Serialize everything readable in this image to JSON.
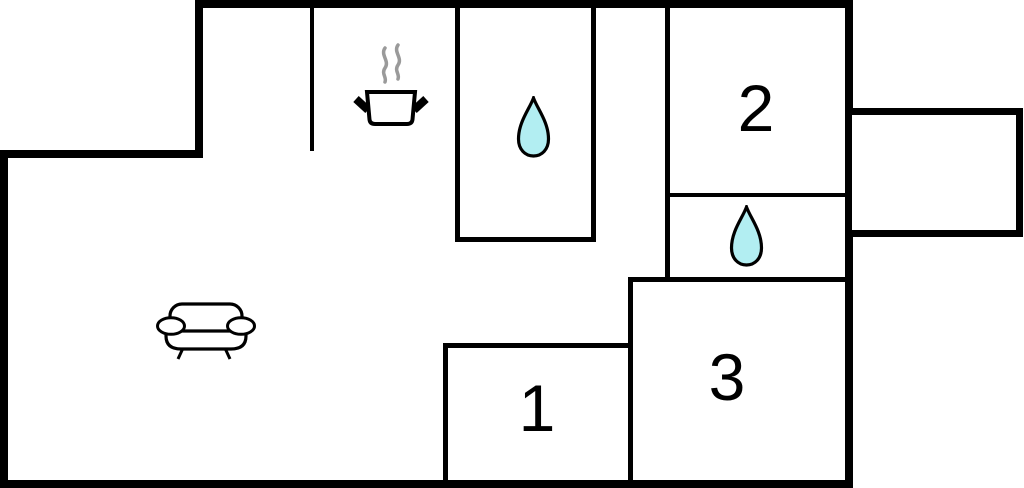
{
  "floorplan": {
    "background_color": "#ffffff",
    "wall_color": "#000000",
    "rooms": [
      {
        "label": "1"
      },
      {
        "label": "2"
      },
      {
        "label": "3"
      }
    ],
    "icons": {
      "water_drop": {
        "name": "water-drop-icon",
        "fill": "#b2eef2",
        "stroke": "#000000",
        "count": 2
      },
      "cooking_pot": {
        "name": "cooking-pot-icon",
        "stroke": "#000000",
        "steam_color": "#9a9a9a"
      },
      "sofa": {
        "name": "sofa-icon",
        "stroke": "#000000"
      }
    }
  }
}
